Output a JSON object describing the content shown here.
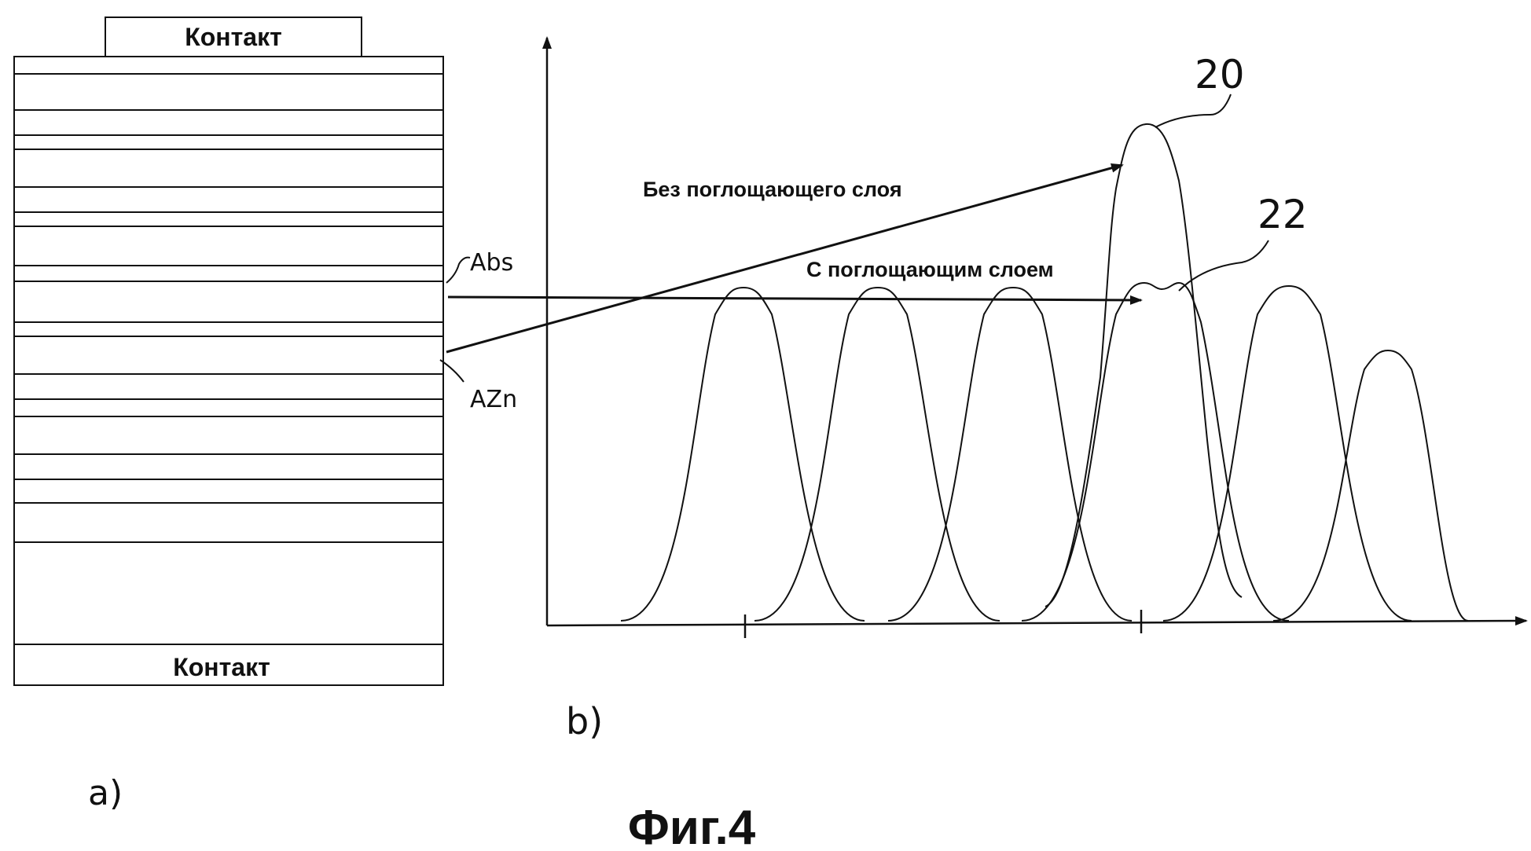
{
  "left_panel": {
    "contact_top": "Контакт",
    "contact_bottom": "Контакт",
    "label_abs": "Abs",
    "label_azn": "AZn",
    "panel_tag": "a)"
  },
  "right_panel": {
    "annotation_without": "Без поглощающего слоя",
    "annotation_with": "С поглощающим слоем",
    "curve_label_20": "20",
    "curve_label_22": "22",
    "panel_tag": "b)"
  },
  "caption": "Фиг.4",
  "colors": {
    "ink": "#111111",
    "background": "#ffffff"
  }
}
